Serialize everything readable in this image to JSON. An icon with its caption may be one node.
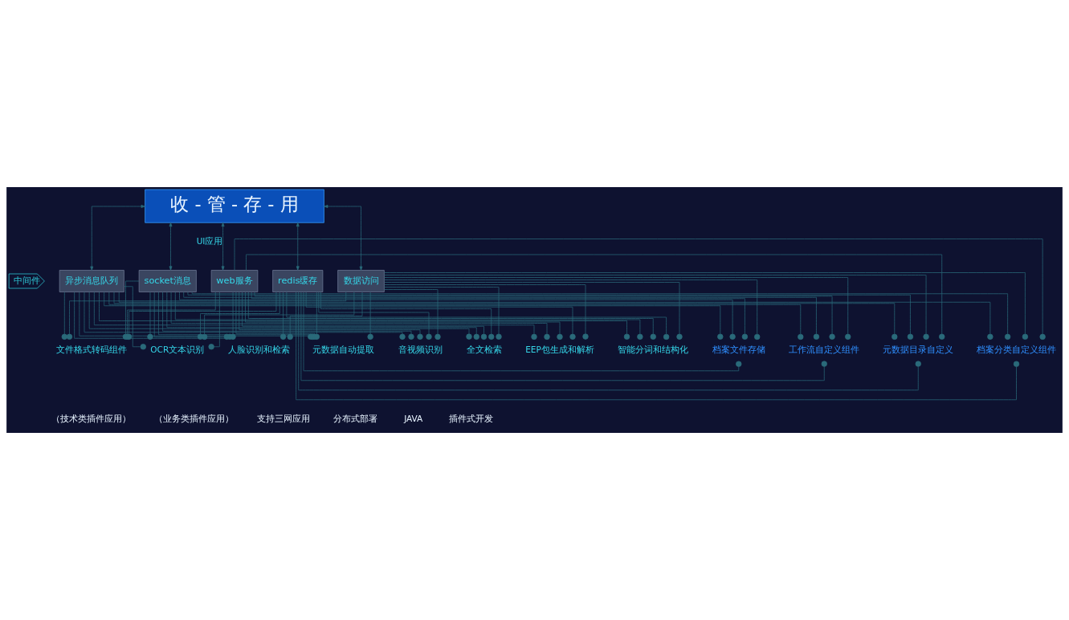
{
  "diagram": {
    "nodes": [
      {
        "text": [
          "收 - 管 - 存 - 用"
        ]
      },
      {
        "text": [
          "中间件"
        ]
      },
      {
        "text": [
          "异步消息队列"
        ]
      },
      {
        "text": [
          "socket消息"
        ]
      },
      {
        "text": [
          "web服务"
        ]
      },
      {
        "text": [
          "redis缓存"
        ]
      },
      {
        "text": [
          "数据访问"
        ]
      },
      {
        "text": [
          "文件格式转码组件"
        ]
      },
      {
        "text": [
          "OCR文本识别"
        ]
      },
      {
        "text": [
          "人脸识别和检索"
        ]
      },
      {
        "text": [
          "元数据自动提取"
        ]
      },
      {
        "text": [
          "音视频识别"
        ]
      },
      {
        "text": [
          "全文检索"
        ]
      },
      {
        "text": [
          "EEP包生成和解析"
        ]
      },
      {
        "text": [
          "智能分词和结构化"
        ]
      },
      {
        "text": [
          "档案文件存储"
        ]
      },
      {
        "text": [
          "工作流自定义组件"
        ]
      },
      {
        "text": [
          "元数据目录自定义"
        ]
      },
      {
        "text": [
          "档案分类自定义组件"
        ]
      }
    ],
    "edges": [
      {
        "from": 0,
        "to": 2,
        "arrow": "both"
      },
      {
        "from": 0,
        "to": 3,
        "arrow": "both"
      },
      {
        "from": 0,
        "to": 4,
        "arrow": "both",
        "label": "UI应用"
      },
      {
        "from": 0,
        "to": 5,
        "arrow": "both"
      },
      {
        "from": 0,
        "to": 6,
        "arrow": "both"
      },
      {
        "from": 2,
        "to": 7,
        "arrow": "other"
      },
      {
        "from": 2,
        "to": 8,
        "arrow": "other"
      },
      {
        "from": 2,
        "to": 9,
        "arrow": "other"
      },
      {
        "from": 2,
        "to": 10,
        "arrow": "other"
      },
      {
        "from": 2,
        "to": 11,
        "arrow": "other"
      },
      {
        "from": 2,
        "to": 12,
        "arrow": "other"
      },
      {
        "from": 2,
        "to": 13,
        "arrow": "other"
      },
      {
        "from": 2,
        "to": 14,
        "arrow": "other"
      },
      {
        "from": 2,
        "to": 15,
        "arrow": "other"
      },
      {
        "from": 2,
        "to": 16,
        "arrow": "other"
      },
      {
        "from": 2,
        "to": 17,
        "arrow": "other"
      },
      {
        "from": 2,
        "to": 18,
        "arrow": "other"
      },
      {
        "from": 3,
        "to": 7,
        "arrow": "other"
      },
      {
        "from": 3,
        "to": 8,
        "arrow": "other"
      },
      {
        "from": 3,
        "to": 9,
        "arrow": "other"
      },
      {
        "from": 3,
        "to": 10,
        "arrow": "other"
      },
      {
        "from": 3,
        "to": 11,
        "arrow": "other"
      },
      {
        "from": 3,
        "to": 12,
        "arrow": "other"
      },
      {
        "from": 3,
        "to": 13,
        "arrow": "other"
      },
      {
        "from": 3,
        "to": 14,
        "arrow": "other"
      },
      {
        "from": 3,
        "to": 15,
        "arrow": "other"
      },
      {
        "from": 3,
        "to": 16,
        "arrow": "other"
      },
      {
        "from": 3,
        "to": 17,
        "arrow": "other"
      },
      {
        "from": 3,
        "to": 18,
        "arrow": "other"
      },
      {
        "from": 4,
        "to": 7,
        "arrow": "other"
      },
      {
        "from": 4,
        "to": 8,
        "arrow": "other"
      },
      {
        "from": 4,
        "to": 9,
        "arrow": "other"
      },
      {
        "from": 4,
        "to": 10,
        "arrow": "other"
      },
      {
        "from": 4,
        "to": 11,
        "arrow": "other"
      },
      {
        "from": 4,
        "to": 12,
        "arrow": "other"
      },
      {
        "from": 4,
        "to": 13,
        "arrow": "other"
      },
      {
        "from": 4,
        "to": 14,
        "arrow": "other"
      },
      {
        "from": 4,
        "to": 15,
        "arrow": "other"
      },
      {
        "from": 4,
        "to": 16,
        "arrow": "other"
      },
      {
        "from": 4,
        "to": 17,
        "arrow": "other"
      },
      {
        "from": 4,
        "to": 18,
        "arrow": "other"
      },
      {
        "from": 5,
        "to": 7,
        "arrow": "other"
      },
      {
        "from": 5,
        "to": 8,
        "arrow": "other"
      },
      {
        "from": 5,
        "to": 9,
        "arrow": "other"
      },
      {
        "from": 5,
        "to": 10,
        "arrow": "other"
      },
      {
        "from": 5,
        "to": 11,
        "arrow": "other"
      },
      {
        "from": 5,
        "to": 12,
        "arrow": "other"
      },
      {
        "from": 5,
        "to": 13,
        "arrow": "other"
      },
      {
        "from": 5,
        "to": 14,
        "arrow": "other"
      },
      {
        "from": 5,
        "to": 15,
        "arrow": "other"
      },
      {
        "from": 5,
        "to": 16,
        "arrow": "other"
      },
      {
        "from": 5,
        "to": 17,
        "arrow": "other"
      },
      {
        "from": 5,
        "to": 18,
        "arrow": "other"
      },
      {
        "from": 6,
        "to": 7,
        "arrow": "other"
      },
      {
        "from": 6,
        "to": 8,
        "arrow": "other"
      },
      {
        "from": 6,
        "to": 9,
        "arrow": "other"
      },
      {
        "from": 6,
        "to": 10,
        "arrow": "other"
      },
      {
        "from": 6,
        "to": 11,
        "arrow": "other"
      },
      {
        "from": 6,
        "to": 12,
        "arrow": "other"
      },
      {
        "from": 6,
        "to": 13,
        "arrow": "other"
      },
      {
        "from": 6,
        "to": 14,
        "arrow": "other"
      },
      {
        "from": 6,
        "to": 15,
        "arrow": "other"
      },
      {
        "from": 6,
        "to": 16,
        "arrow": "other"
      },
      {
        "from": 6,
        "to": 17,
        "arrow": "other"
      },
      {
        "from": 6,
        "to": 18,
        "arrow": "other"
      }
    ],
    "labels": [
      "（技术类插件应用）",
      "（业务类插件应用）",
      "支持三网应用",
      "分布式部署",
      "JAVA",
      "插件式开发"
    ]
  }
}
